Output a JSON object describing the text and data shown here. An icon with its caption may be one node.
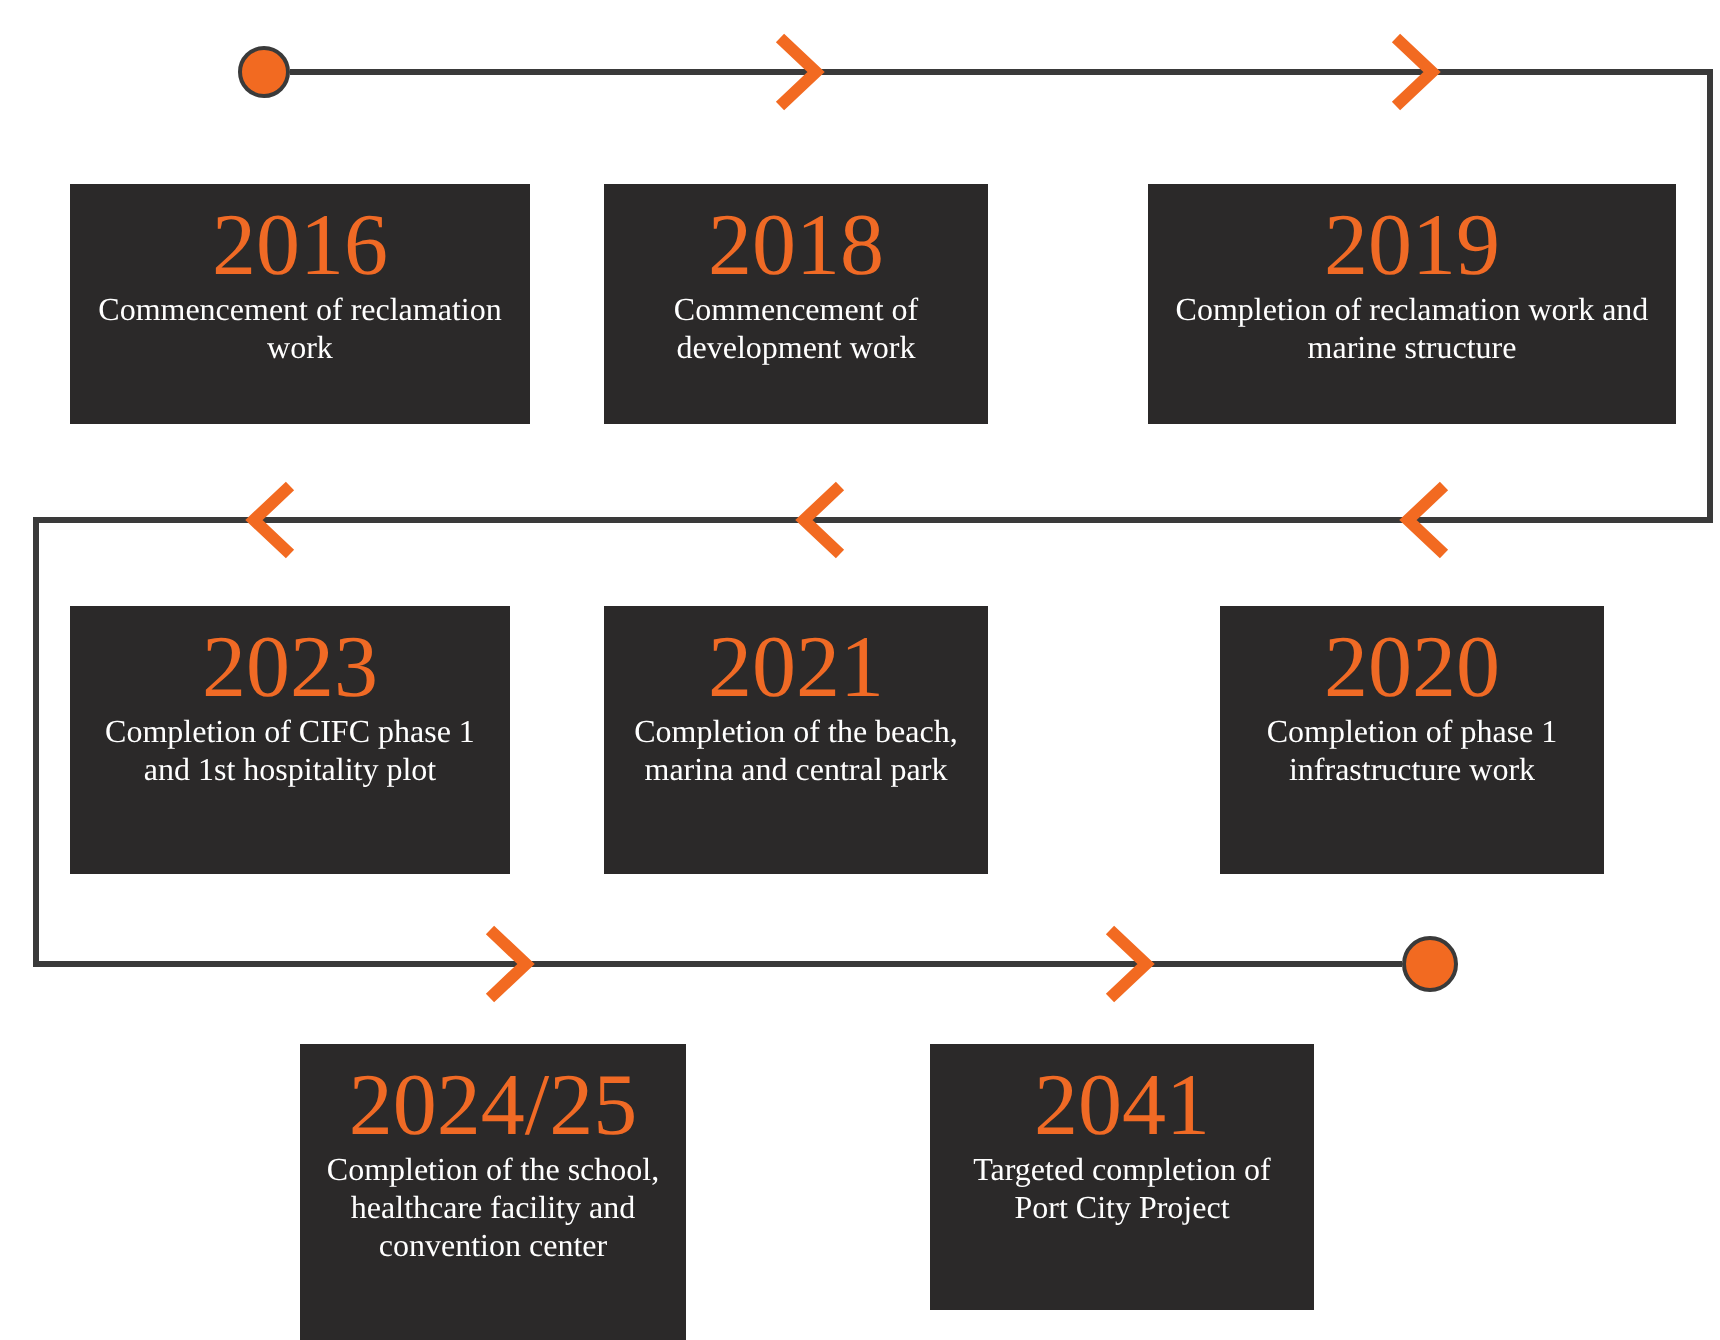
{
  "diagram": {
    "nodes": [
      {
        "text": [],
        "shape": "circle"
      },
      {
        "text": [
          "2016",
          "Commencement of reclamation work"
        ]
      },
      {
        "text": [
          "2018",
          "Commencement of development work"
        ]
      },
      {
        "text": [
          "2019",
          "Completion of reclamation work and marine structure"
        ]
      },
      {
        "text": [
          "2023",
          "Completion of CIFC phase 1 and 1st hospitality plot"
        ]
      },
      {
        "text": [
          "2021",
          "Completion of the beach, marina and central park"
        ]
      },
      {
        "text": [
          "2020",
          "Completion of phase 1 infrastructure work"
        ]
      },
      {
        "text": [
          "2024/25",
          "Completion of the school, healthcare facility and convention center"
        ]
      },
      {
        "text": [
          "2041",
          "Targeted completion of Port City Project"
        ]
      },
      {
        "text": [],
        "shape": "circle"
      }
    ],
    "edges": [
      {
        "from": 0,
        "to": 9,
        "arrow": "to"
      }
    ]
  }
}
